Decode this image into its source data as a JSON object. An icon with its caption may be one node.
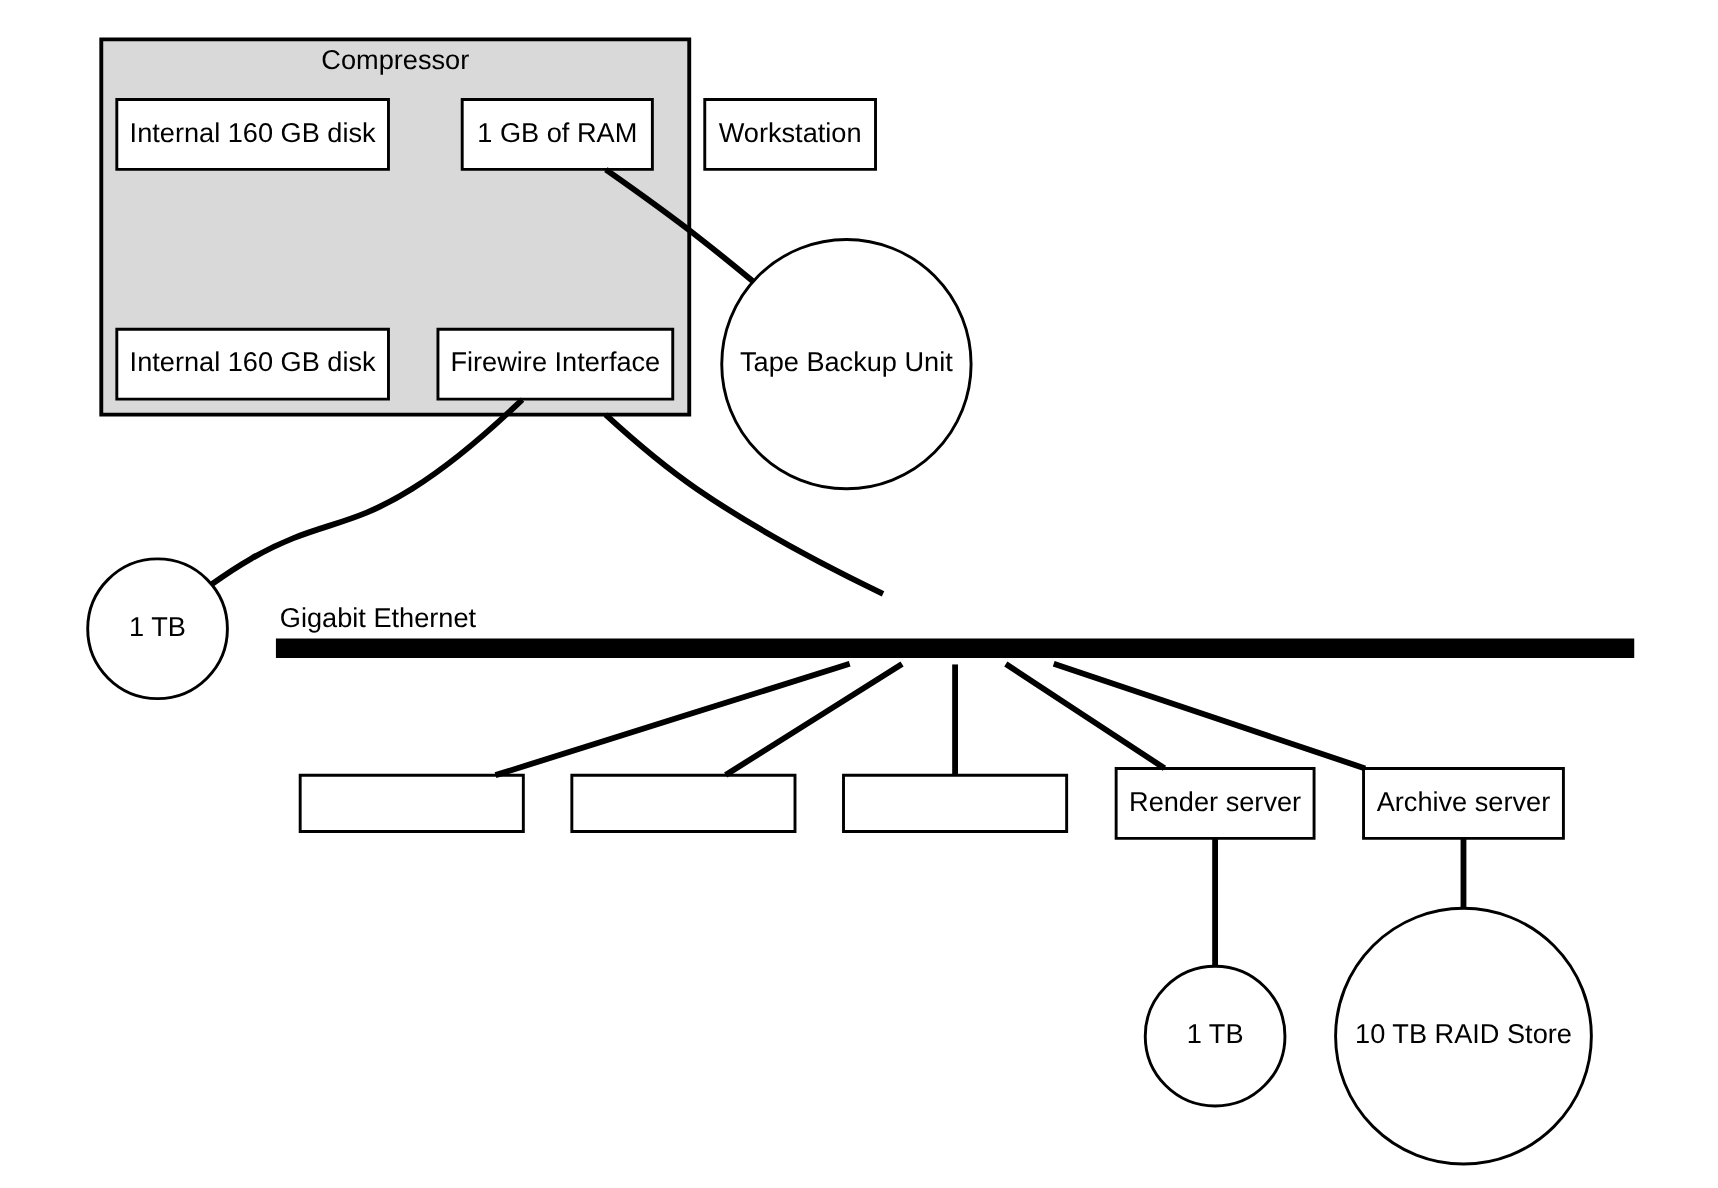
{
  "diagram": {
    "nodes": [
      {
        "text": [
          "Compressor"
        ]
      },
      {
        "text": [
          "Internal 160 GB disk"
        ],
        "in": 0
      },
      {
        "text": [
          "1 GB of RAM"
        ],
        "in": 0
      },
      {
        "text": [
          "Internal 160 GB disk"
        ],
        "in": 0
      },
      {
        "text": [
          "Firewire Interface"
        ],
        "in": 0
      },
      {
        "text": [
          "Tape Backup Unit"
        ]
      },
      {
        "text": [
          "1 TB"
        ]
      },
      {
        "text": [
          "Gigabit Ethernet"
        ]
      },
      {
        "text": [],
        "shape": "box"
      },
      {
        "text": [],
        "shape": "box"
      },
      {
        "text": [],
        "shape": "box"
      },
      {
        "text": [
          "Workstation"
        ]
      },
      {
        "text": [
          "Render server"
        ]
      },
      {
        "text": [
          "Archive server"
        ]
      },
      {
        "text": [
          "1 TB"
        ]
      },
      {
        "text": [
          "10 TB RAID Store"
        ]
      }
    ],
    "edges": [
      {
        "from": 2,
        "to": 5,
        "arrow": "none"
      },
      {
        "from": 4,
        "to": 6,
        "arrow": "none"
      },
      {
        "from": 0,
        "to": 7,
        "arrow": "none"
      },
      {
        "from": 7,
        "to": 8,
        "arrow": "none"
      },
      {
        "from": 7,
        "to": 9,
        "arrow": "none"
      },
      {
        "from": 7,
        "to": 10,
        "arrow": "none"
      },
      {
        "from": 7,
        "to": 12,
        "arrow": "none"
      },
      {
        "from": 7,
        "to": 13,
        "arrow": "none"
      },
      {
        "from": 12,
        "to": 14,
        "arrow": "none"
      },
      {
        "from": 13,
        "to": 15,
        "arrow": "none"
      }
    ]
  }
}
